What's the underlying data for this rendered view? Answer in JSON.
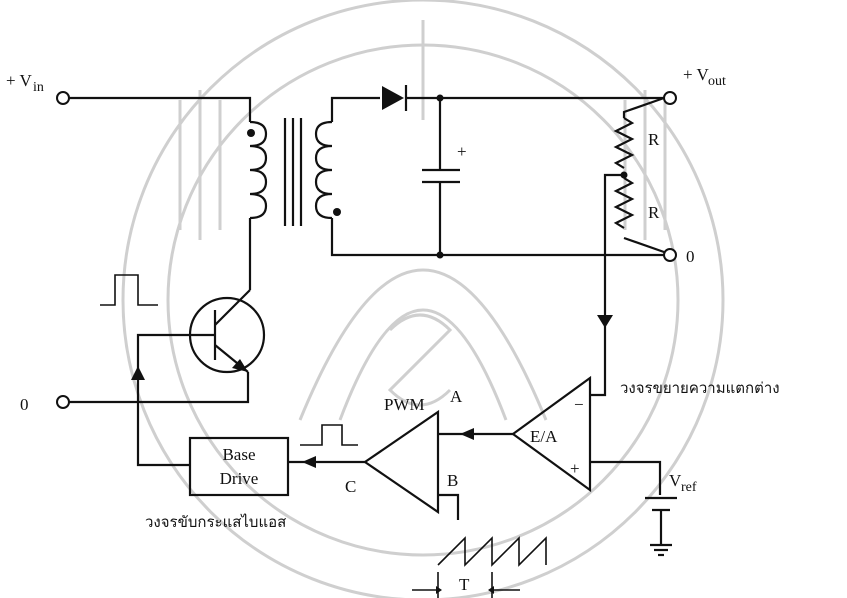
{
  "labels": {
    "vin": "+ V",
    "vin_sub": "in",
    "vout": "+ V",
    "vout_sub": "out",
    "zero_left": "0",
    "zero_right": "0",
    "r1": "R",
    "r2": "R",
    "cap_plus": "+",
    "pwm": "PWM",
    "node_a": "A",
    "node_b": "B",
    "node_c": "C",
    "ea": "E/A",
    "ea_minus": "−",
    "ea_plus": "+",
    "vref": "V",
    "vref_sub": "ref",
    "base_drive_line1": "Base",
    "base_drive_line2": "Drive",
    "period": "T",
    "thai_error_amp": "วงจรขยายความแตกต่าง",
    "thai_base_drive": "วงจรขับกระแสไบแอส"
  },
  "colors": {
    "ink": "#111111",
    "watermark": "#cfcfcf",
    "background": "#ffffff"
  }
}
